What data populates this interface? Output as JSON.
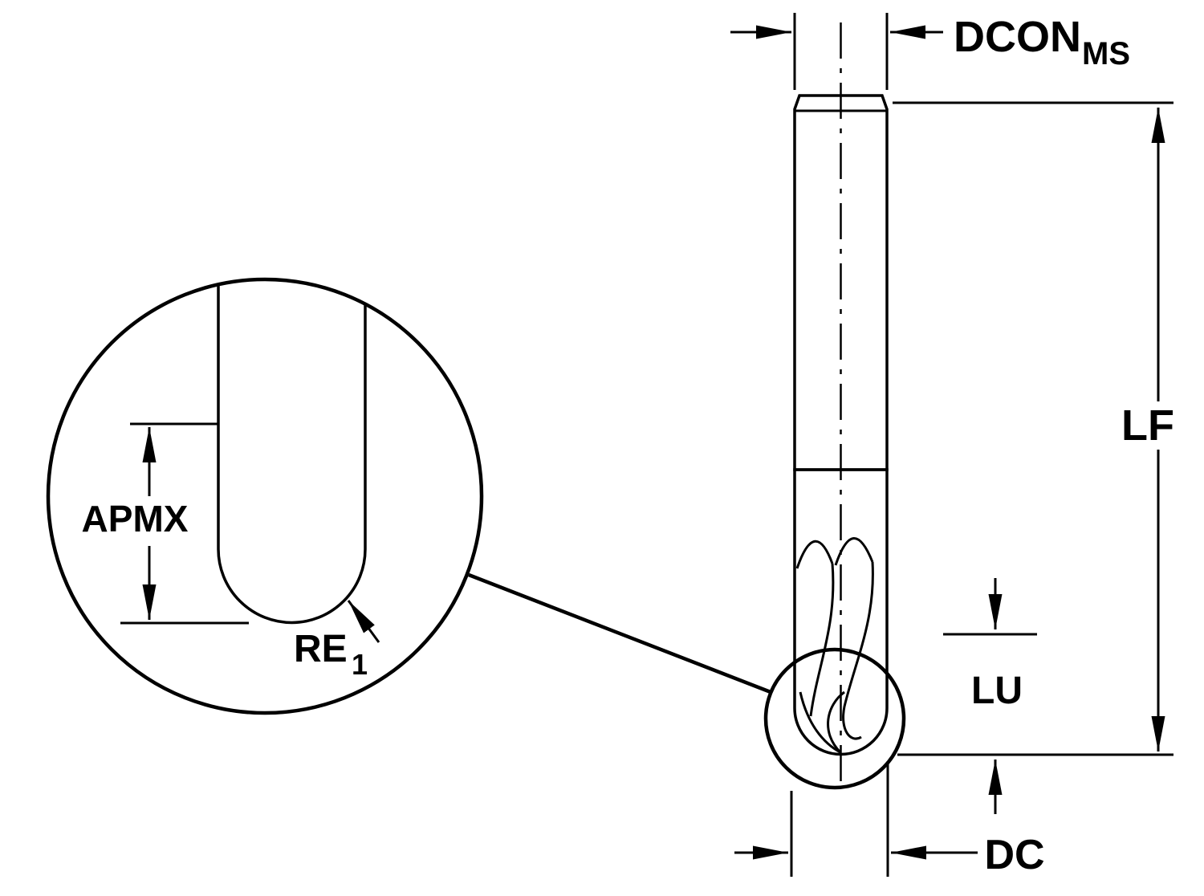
{
  "labels": {
    "dcon_main": "DCON",
    "dcon_sub": "MS",
    "lf": "LF",
    "lu": "LU",
    "dc": "DC",
    "apmx": "APMX",
    "re_main": "RE",
    "re_sub": "1"
  },
  "colors": {
    "shank_fill": "#c8dbe9",
    "flute_fill": "#a9c3d6",
    "detail_fill": "#aac5d9",
    "outline": "#000000",
    "background": "#ffffff"
  }
}
